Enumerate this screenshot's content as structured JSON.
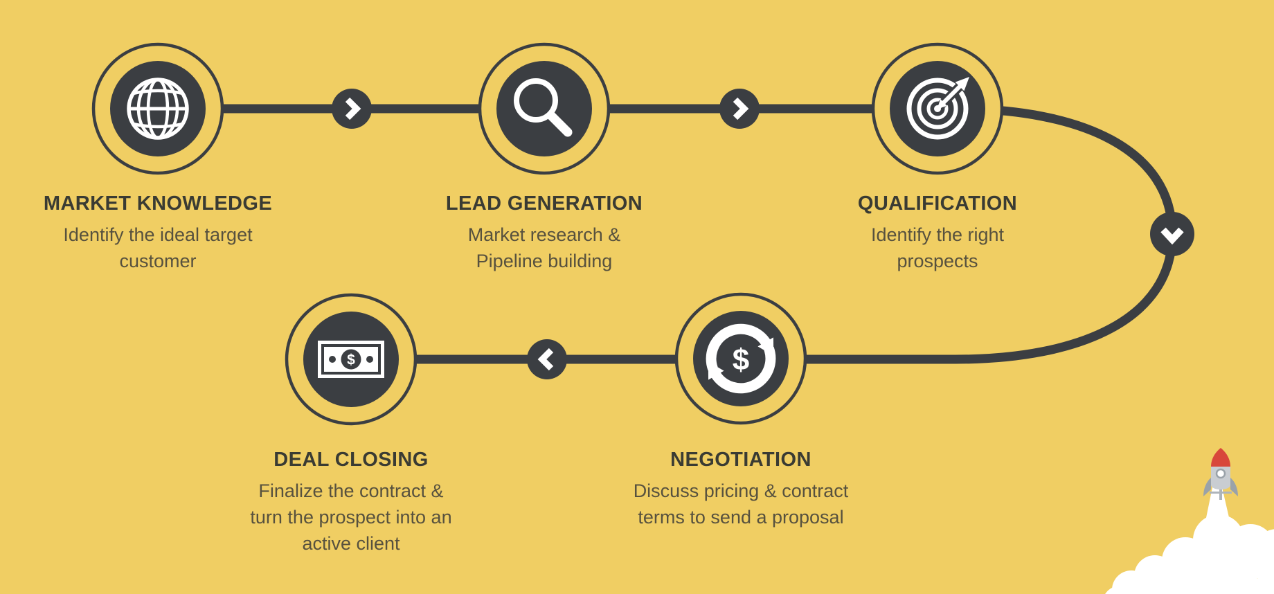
{
  "diagram": {
    "background_color": "#F0CE63",
    "ink_color": "#3B3E42",
    "icon_color": "#FFFFFF",
    "rocket_nose_color": "#D8473B",
    "rocket_body_color": "#C9CDD2"
  },
  "glyphs": {
    "dollar": "$"
  },
  "steps": [
    {
      "id": "market-knowledge",
      "title": "MARKET KNOWLEDGE",
      "description": "Identify the ideal target\ncustomer",
      "icon": "globe-icon"
    },
    {
      "id": "lead-generation",
      "title": "LEAD GENERATION",
      "description": "Market research &\nPipeline building",
      "icon": "magnifier-icon"
    },
    {
      "id": "qualification",
      "title": "QUALIFICATION",
      "description": "Identify the right\nprospects",
      "icon": "target-icon"
    },
    {
      "id": "negotiation",
      "title": "NEGOTIATION",
      "description": "Discuss pricing & contract\nterms to send a proposal",
      "icon": "currency-exchange-icon"
    },
    {
      "id": "deal-closing",
      "title": "DEAL CLOSING",
      "description": "Finalize the contract &\nturn the prospect into an\nactive client",
      "icon": "banknote-icon"
    }
  ],
  "decorations": [
    {
      "id": "rocket-launch",
      "icon": "rocket-icon"
    }
  ]
}
